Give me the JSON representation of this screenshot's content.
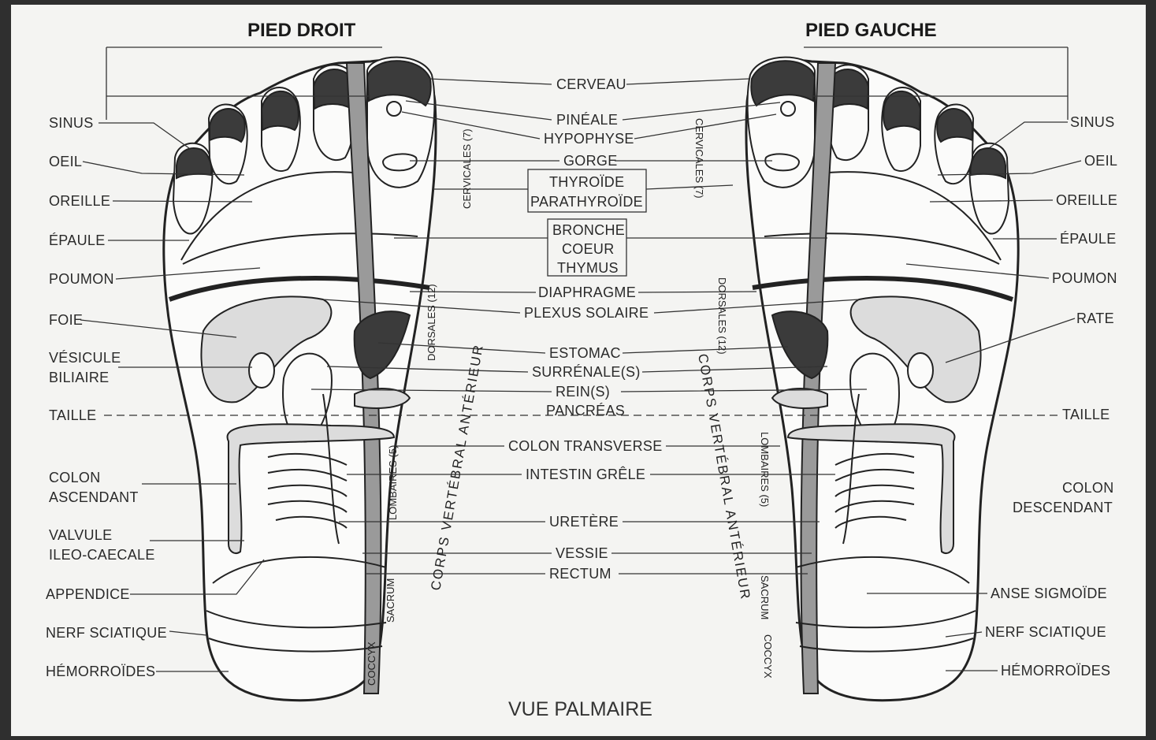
{
  "titles": {
    "right_foot": "PIED DROIT",
    "left_foot": "PIED GAUCHE",
    "caption": "VUE PALMAIRE"
  },
  "left_labels": {
    "sinus": "SINUS",
    "oeil": "OEIL",
    "oreille": "OREILLE",
    "epaule": "ÉPAULE",
    "poumon": "POUMON",
    "foie": "FOIE",
    "vesicule_1": "VÉSICULE",
    "vesicule_2": "BILIAIRE",
    "taille": "TAILLE",
    "colon_asc_1": "COLON",
    "colon_asc_2": "ASCENDANT",
    "valvule_1": "VALVULE",
    "valvule_2": "ILEO-CAECALE",
    "appendice": "APPENDICE",
    "nerf": "NERF SCIATIQUE",
    "hemorroides": "HÉMORROÏDES"
  },
  "center_labels": {
    "cerveau": "CERVEAU",
    "pineale": "PINÉALE",
    "hypophyse": "HYPOPHYSE",
    "gorge": "GORGE",
    "thyroide": "THYROÏDE",
    "parathyroide": "PARATHYROÏDE",
    "bronche": "BRONCHE",
    "coeur": "COEUR",
    "thymus": "THYMUS",
    "diaphragme": "DIAPHRAGME",
    "plexus": "PLEXUS SOLAIRE",
    "estomac": "ESTOMAC",
    "surrenale": "SURRÉNALE(S)",
    "rein": "REIN(S)",
    "pancreas": "PANCRÉAS",
    "colon_transverse": "COLON TRANSVERSE",
    "intestin": "INTESTIN GRÊLE",
    "uretere": "URETÈRE",
    "vessie": "VESSIE",
    "rectum": "RECTUM"
  },
  "right_labels": {
    "sinus": "SINUS",
    "oeil": "OEIL",
    "oreille": "OREILLE",
    "epaule": "ÉPAULE",
    "poumon": "POUMON",
    "rate": "RATE",
    "taille": "TAILLE",
    "colon_desc_1": "COLON",
    "colon_desc_2": "DESCENDANT",
    "anse": "ANSE SIGMOÏDE",
    "nerf": "NERF SCIATIQUE",
    "hemorroides": "HÉMORROÏDES"
  },
  "spine_labels": {
    "cervicales": "CERVICALES (7)",
    "dorsales": "DORSALES (12)",
    "lombaires": "LOMBAIRES (5)",
    "sacrum": "SACRUM",
    "coccyx": "COCCYX",
    "corps": "CORPS VERTÉBRAL ANTÉRIEUR"
  }
}
